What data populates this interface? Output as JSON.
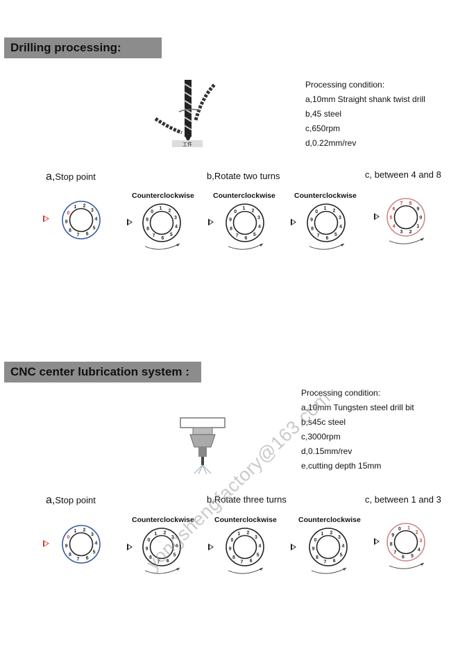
{
  "sections": [
    {
      "title": "Drilling processing:",
      "image_caption": "工件",
      "conditions": [
        "Processing condition:",
        "a,10mm Straight shank twist drill",
        "b,45 steel",
        "c,650rpm",
        "d,0.22mm/rev"
      ],
      "step_a_prefix": "a,",
      "step_a": "Stop point",
      "step_b": "b,Rotate two turns",
      "step_c": "c,  between 4 and 8",
      "rotation_label": "Counterclockwise"
    },
    {
      "title": "CNC center lubrication system :",
      "conditions": [
        "Processing condition:",
        "a,10mm Tungsten steel drill bit",
        "b,s45c steel",
        "c,3000rpm",
        "d,0.15mm/rev",
        "e,cutting depth 15mm"
      ],
      "step_a_prefix": "a,",
      "step_a": "Stop point",
      "step_b": "b,Rotate three turns",
      "step_c": "c,  between 1 and 3",
      "rotation_label": "Counterclockwise"
    }
  ],
  "watermark": "yongshengfactory@163.com",
  "colors": {
    "banner": "#8c8c8c",
    "highlight": "#d23a3a",
    "dial_ring_blue": "#3a5a9a",
    "triangle_red": "#d23a3a"
  }
}
